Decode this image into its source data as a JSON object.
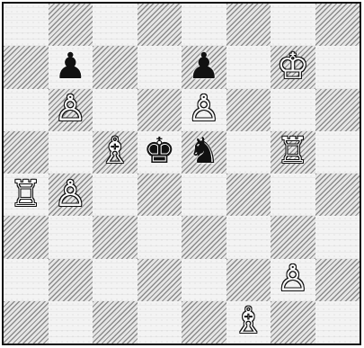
{
  "board": {
    "light_color": "#f3f3f3",
    "dark_color": "#cfcfcf",
    "rows": [
      [
        "",
        "",
        "",
        "",
        "",
        "",
        "",
        ""
      ],
      [
        "",
        "bp",
        "",
        "",
        "bp",
        "",
        "wk",
        ""
      ],
      [
        "",
        "wp",
        "",
        "",
        "wp",
        "",
        "",
        ""
      ],
      [
        "",
        "",
        "wb",
        "bk",
        "bn",
        "",
        "wr",
        ""
      ],
      [
        "wr",
        "wp",
        "",
        "",
        "",
        "",
        "",
        ""
      ],
      [
        "",
        "",
        "",
        "",
        "",
        "",
        "",
        ""
      ],
      [
        "",
        "",
        "",
        "",
        "",
        "",
        "wp",
        ""
      ],
      [
        "",
        "",
        "",
        "",
        "",
        "wb",
        "",
        ""
      ]
    ]
  },
  "pieces": {
    "wk": {
      "glyph": "♔",
      "icon": "white-king-icon"
    },
    "wq": {
      "glyph": "♕",
      "icon": "white-queen-icon"
    },
    "wr": {
      "glyph": "♖",
      "icon": "white-rook-icon"
    },
    "wb": {
      "glyph": "♗",
      "icon": "white-bishop-icon"
    },
    "wn": {
      "glyph": "♘",
      "icon": "white-knight-icon"
    },
    "wp": {
      "glyph": "♙",
      "icon": "white-pawn-icon"
    },
    "bk": {
      "glyph": "♚",
      "icon": "black-king-icon"
    },
    "bq": {
      "glyph": "♛",
      "icon": "black-queen-icon"
    },
    "br": {
      "glyph": "♜",
      "icon": "black-rook-icon"
    },
    "bb": {
      "glyph": "♝",
      "icon": "black-bishop-icon"
    },
    "bn": {
      "glyph": "♞",
      "icon": "black-knight-icon"
    },
    "bp": {
      "glyph": "♟",
      "icon": "black-pawn-icon"
    }
  }
}
